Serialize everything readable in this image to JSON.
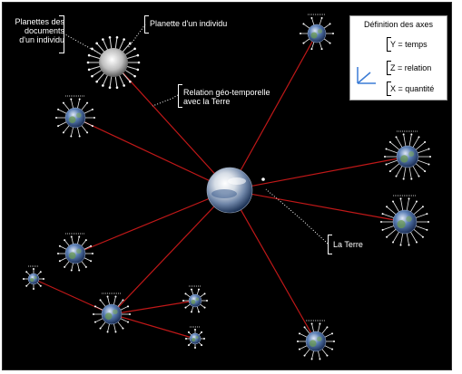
{
  "labels": {
    "documents_planets": "Planettes des documents d'un individu",
    "individual_planet": "Planette d'un individu",
    "relation": "Relation géo-temporelle avec la Terre",
    "earth": "La Terre"
  },
  "legend": {
    "title": "Définition des axes",
    "y_axis": "Y = temps",
    "z_axis": "Z = relation",
    "x_axis": "X = quantité"
  },
  "colors": {
    "background": "#000000",
    "link": "#c01818",
    "callout": "#ffffff",
    "axis_blue": "#3a7bd5"
  },
  "icons": {
    "earth": "earth-globe-icon",
    "planet": "document-planet-icon",
    "individual": "spiky-individual-planet-icon"
  }
}
